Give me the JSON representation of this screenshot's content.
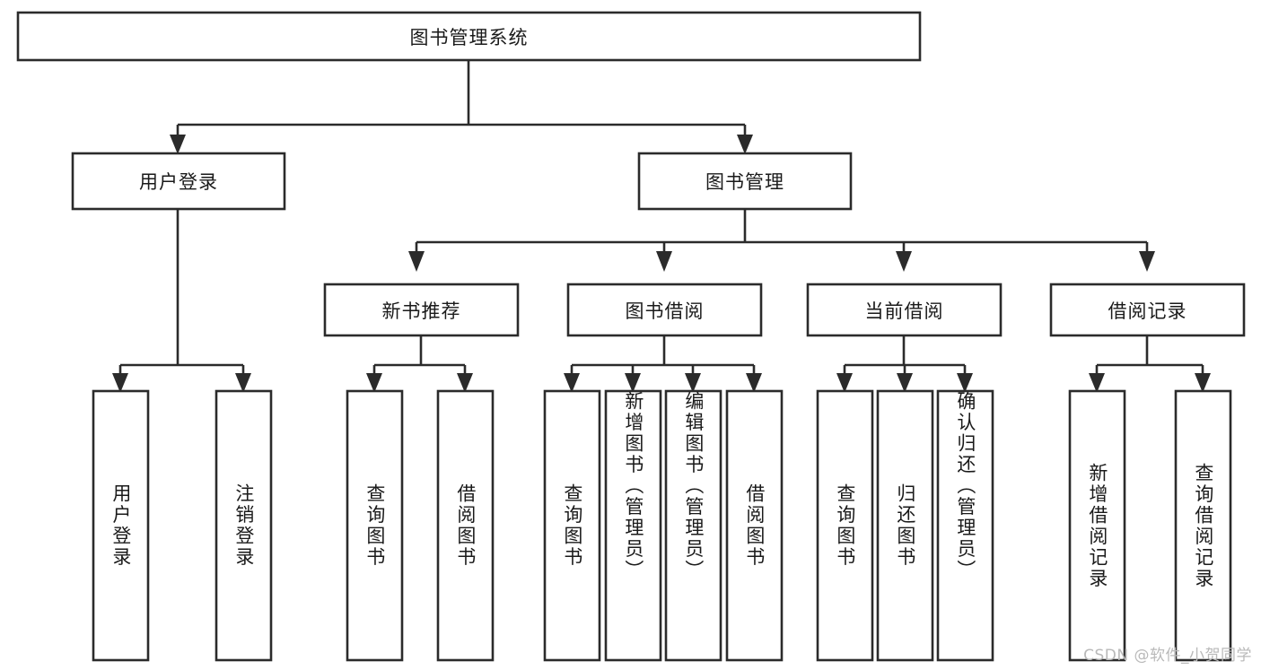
{
  "diagram": {
    "title": "图书管理系统",
    "type": "hierarchy-tree",
    "watermark": "CSDN @软件_小贺同学",
    "colors": {
      "stroke": "#2b2b2b",
      "fill": "#ffffff",
      "text": "#1a1a1a",
      "watermark": "#b9b9b9"
    },
    "levels": {
      "root": {
        "label": "图书管理系统"
      },
      "level2": [
        {
          "id": "user-login",
          "label": "用户登录"
        },
        {
          "id": "book-manage",
          "label": "图书管理"
        }
      ],
      "level3": [
        {
          "id": "new-book-recommend",
          "label": "新书推荐",
          "parent": "book-manage"
        },
        {
          "id": "book-borrow",
          "label": "图书借阅",
          "parent": "book-manage"
        },
        {
          "id": "current-borrow",
          "label": "当前借阅",
          "parent": "book-manage"
        },
        {
          "id": "borrow-record",
          "label": "借阅记录",
          "parent": "book-manage"
        }
      ],
      "leaves": {
        "user-login": [
          {
            "id": "leaf-user-login",
            "label": "用户登录"
          },
          {
            "id": "leaf-user-logout",
            "label": "注销登录"
          }
        ],
        "new-book-recommend": [
          {
            "id": "leaf-query-book-1",
            "label": "查询图书"
          },
          {
            "id": "leaf-borrow-book-1",
            "label": "借阅图书"
          }
        ],
        "book-borrow": [
          {
            "id": "leaf-query-book-2",
            "label": "查询图书"
          },
          {
            "id": "leaf-add-book",
            "label": "新增图书（管理员）"
          },
          {
            "id": "leaf-edit-book",
            "label": "编辑图书（管理员）"
          },
          {
            "id": "leaf-borrow-book-2",
            "label": "借阅图书"
          }
        ],
        "current-borrow": [
          {
            "id": "leaf-query-book-3",
            "label": "查询图书"
          },
          {
            "id": "leaf-return-book",
            "label": "归还图书"
          },
          {
            "id": "leaf-confirm-return",
            "label": "确认归还（管理员）"
          }
        ],
        "borrow-record": [
          {
            "id": "leaf-add-record",
            "label": "新增借阅记录"
          },
          {
            "id": "leaf-query-record",
            "label": "查询借阅记录"
          }
        ]
      }
    }
  }
}
